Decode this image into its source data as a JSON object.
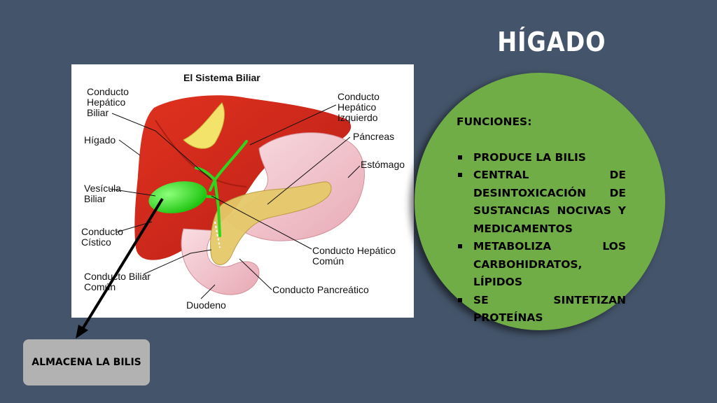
{
  "slide": {
    "title": "HÍGADO"
  },
  "figure": {
    "title": "El Sistema Biliar",
    "labels": {
      "hepatico_biliar": [
        "Conducto",
        "Hepático",
        "Biliar"
      ],
      "higado": "Hígado",
      "vesicula": [
        "Vesícula",
        "Biliar"
      ],
      "cistico": [
        "Conducto",
        "Cístico"
      ],
      "biliar_comun": [
        "Conducto Biliar",
        "Común"
      ],
      "duodeno": "Duodeno",
      "hepatico_izq": [
        "Conducto",
        "Hepático",
        "Izquierdo"
      ],
      "pancreas": "Páncreas",
      "estomago": "Estómago",
      "hepatico_comun": [
        "Conducto Hepático",
        "Común"
      ],
      "pancreatico": "Conducto Pancreático"
    },
    "colors": {
      "liver": "#c8261a",
      "gallbladder": "#33ee22",
      "stomach": "#f2c4cc",
      "pancreas": "#e6c96a"
    }
  },
  "functions": {
    "title": "FUNCIONES:",
    "items": [
      "PRODUCE LA BILIS",
      "CENTRAL DE DESINTOXICACIÓN DE SUSTANCIAS NOCIVAS Y MEDICAMENTOS",
      "METABOLIZA LOS CARBOHIDRATOS, LÍPIDOS",
      "SE SINTETIZAN PROTEÍNAS"
    ]
  },
  "callout": {
    "text": "ALMACENA LA BILIS"
  },
  "colors": {
    "background": "#44546a",
    "circle": "#70ad47",
    "callout": "#b2b2b2"
  }
}
